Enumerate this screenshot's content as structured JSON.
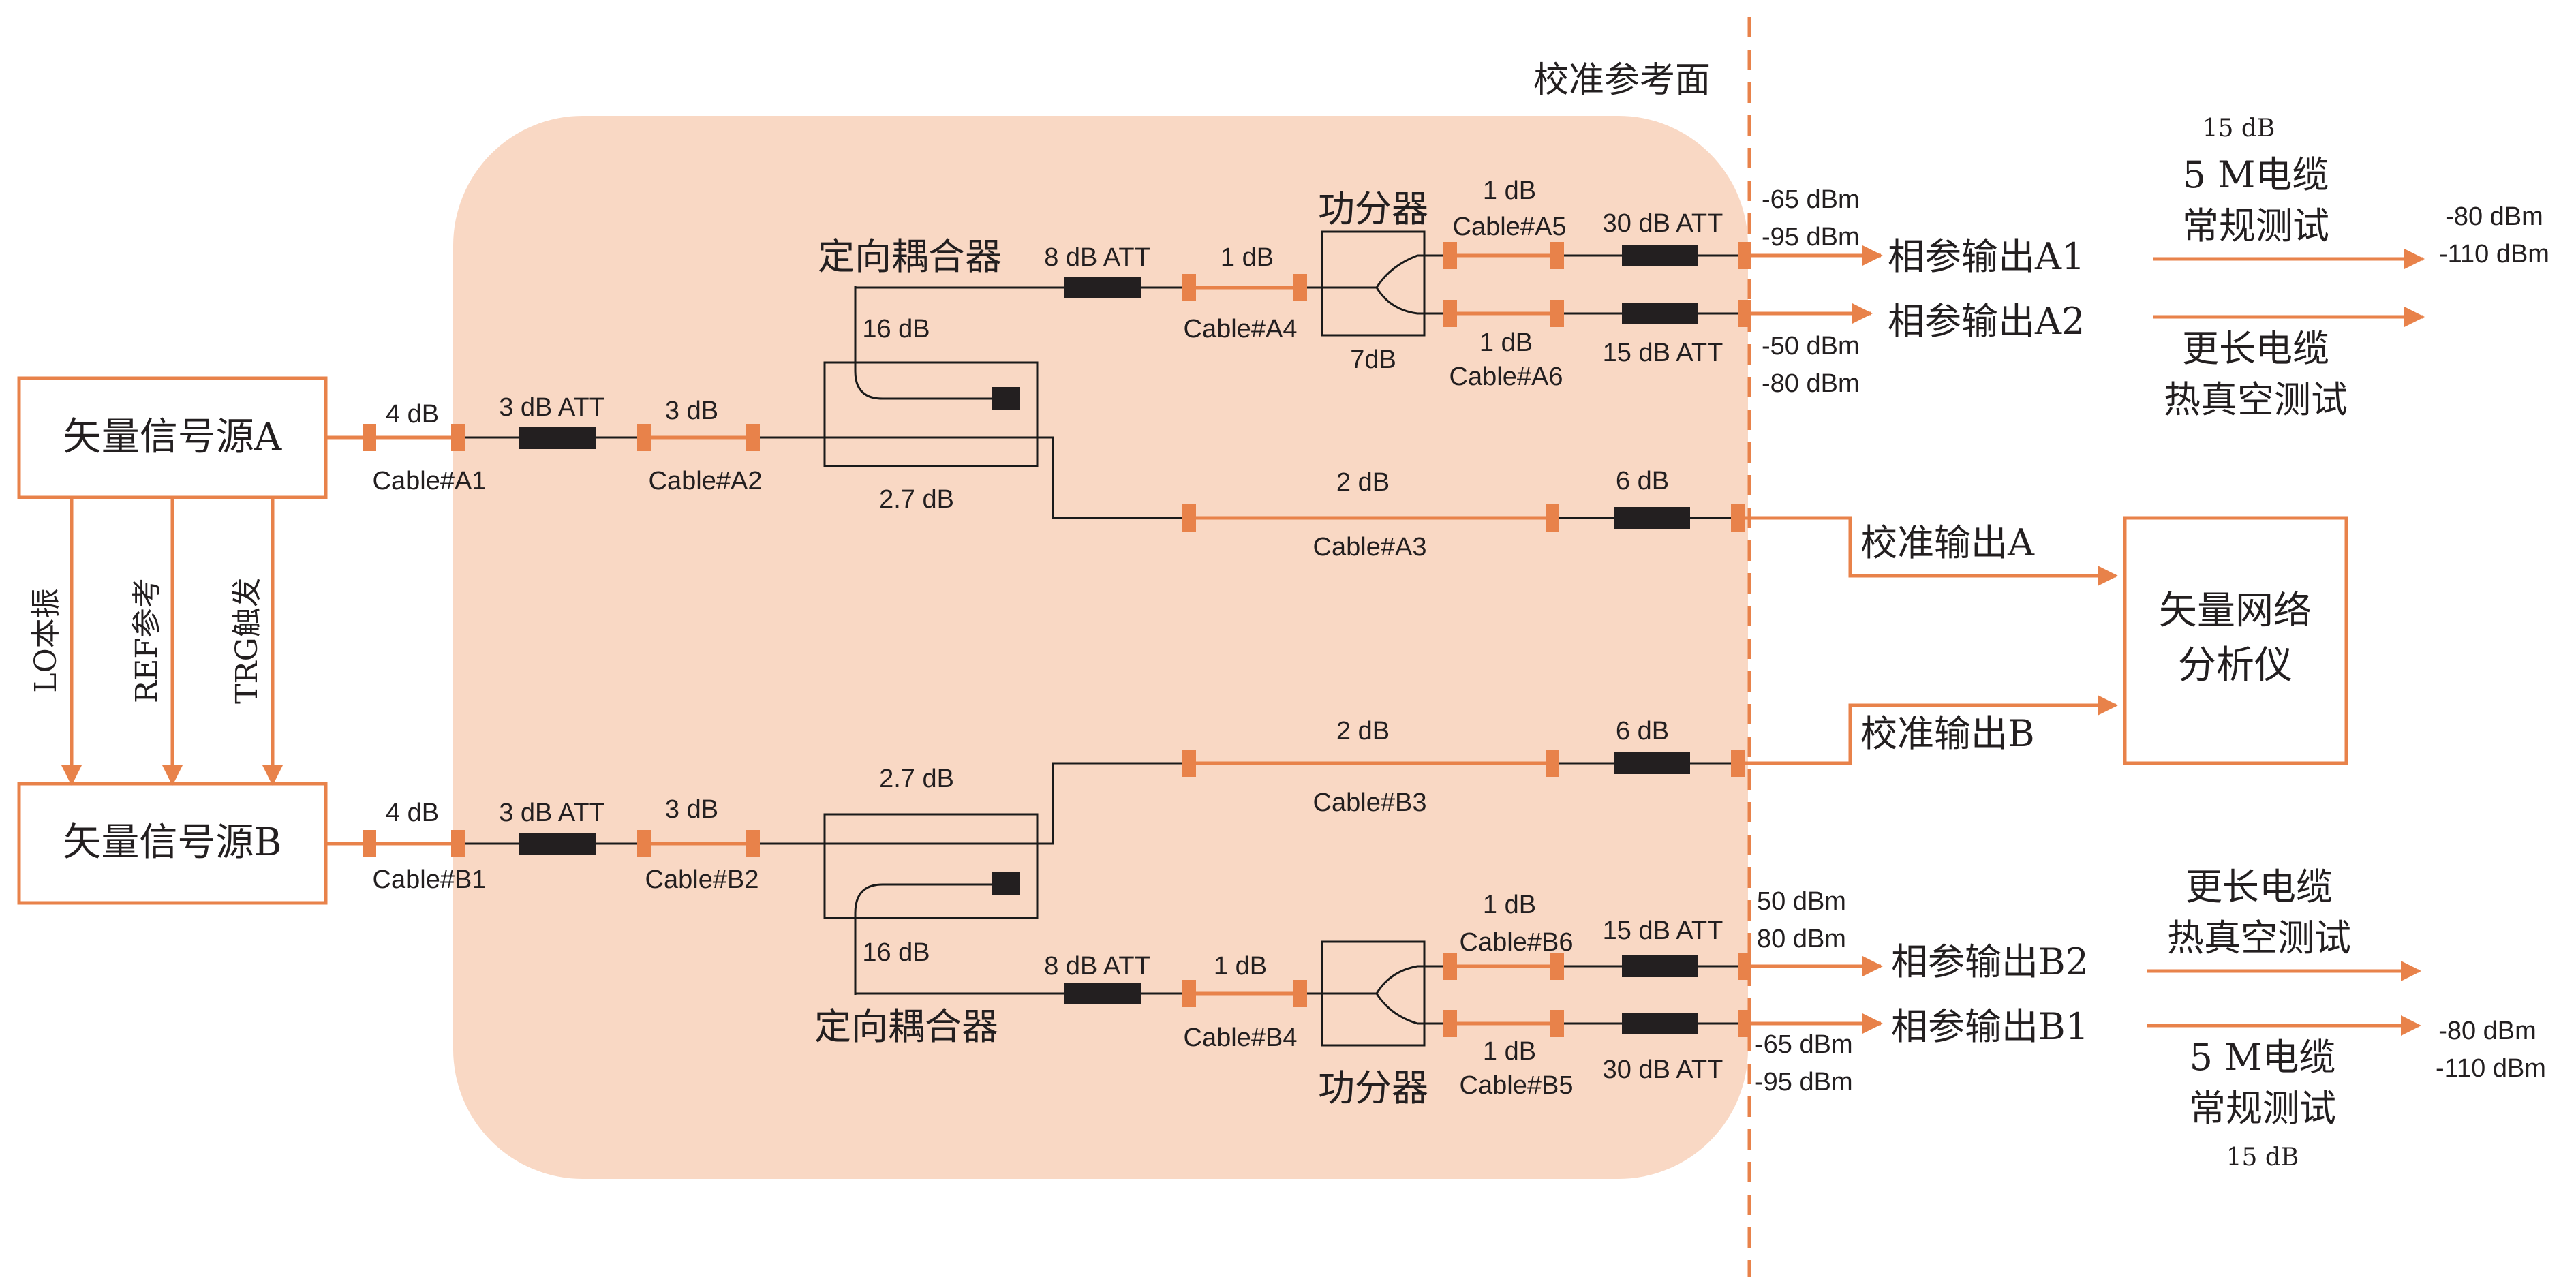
{
  "colors": {
    "accent": "#E8824A",
    "panel": "#F9D8C4",
    "line": "#1a1a1a",
    "att": "#231F20",
    "text": "#231F20"
  },
  "ref_plane_label": "校准参考面",
  "sources": {
    "a": "矢量信号源A",
    "b": "矢量信号源B",
    "vna_line1": "矢量网络",
    "vna_line2": "分析仪"
  },
  "sync": {
    "lo": "LO本振",
    "ref": "REF参考",
    "trg": "TRG触发"
  },
  "components": {
    "coupler": "定向耦合器",
    "splitter": "功分器"
  },
  "path_a": {
    "cable_a1_loss": "4 dB",
    "cable_a1": "Cable#A1",
    "att1": "3 dB ATT",
    "cable_a2_loss": "3 dB",
    "cable_a2": "Cable#A2",
    "coupler_coupling": "16 dB",
    "coupler_through": "2.7 dB",
    "att_coupled": "8 dB ATT",
    "cable_a4_loss": "1 dB",
    "cable_a4": "Cable#A4",
    "splitter_loss": "7dB",
    "cable_a5_loss": "1 dB",
    "cable_a5": "Cable#A5",
    "att_a5": "30 dB ATT",
    "cable_a6_loss": "1 dB",
    "cable_a6": "Cable#A6",
    "att_a6": "15 dB ATT",
    "cable_a3_loss": "2 dB",
    "cable_a3": "Cable#A3",
    "att_a3": "6 dB",
    "out1_p1": "-65 dBm",
    "out1_p2": "-95 dBm",
    "out2_p1": "-50 dBm",
    "out2_p2": "-80 dBm",
    "out1_label": "相参输出A1",
    "out2_label": "相参输出A2",
    "cal_out": "校准输出A",
    "cable5m_loss": "15 dB",
    "cable5m_line1": "5 M电缆",
    "cable5m_line2": "常规测试",
    "longer_line1": "更长电缆",
    "longer_line2": "热真空测试",
    "final_p1": "-80 dBm",
    "final_p2": "-110 dBm"
  },
  "path_b": {
    "cable_b1_loss": "4 dB",
    "cable_b1": "Cable#B1",
    "att1": "3 dB ATT",
    "cable_b2_loss": "3 dB",
    "cable_b2": "Cable#B2",
    "coupler_coupling": "16 dB",
    "coupler_through": "2.7 dB",
    "att_coupled": "8 dB ATT",
    "cable_b4_loss": "1 dB",
    "cable_b4": "Cable#B4",
    "cable_b6_loss": "1 dB",
    "cable_b6": "Cable#B6",
    "att_b6": "15 dB ATT",
    "cable_b5_loss": "1 dB",
    "cable_b5": "Cable#B5",
    "att_b5": "30 dB ATT",
    "cable_b3_loss": "2 dB",
    "cable_b3": "Cable#B3",
    "att_b3": "6 dB",
    "out2_p1": "50 dBm",
    "out2_p2": "80 dBm",
    "out1_p1": "-65 dBm",
    "out1_p2": "-95 dBm",
    "out2_label": "相参输出B2",
    "out1_label": "相参输出B1",
    "cal_out": "校准输出B",
    "longer_line1": "更长电缆",
    "longer_line2": "热真空测试",
    "cable5m_line1": "5 M电缆",
    "cable5m_line2": "常规测试",
    "cable5m_loss": "15 dB",
    "final_p1": "-80 dBm",
    "final_p2": "-110 dBm"
  }
}
